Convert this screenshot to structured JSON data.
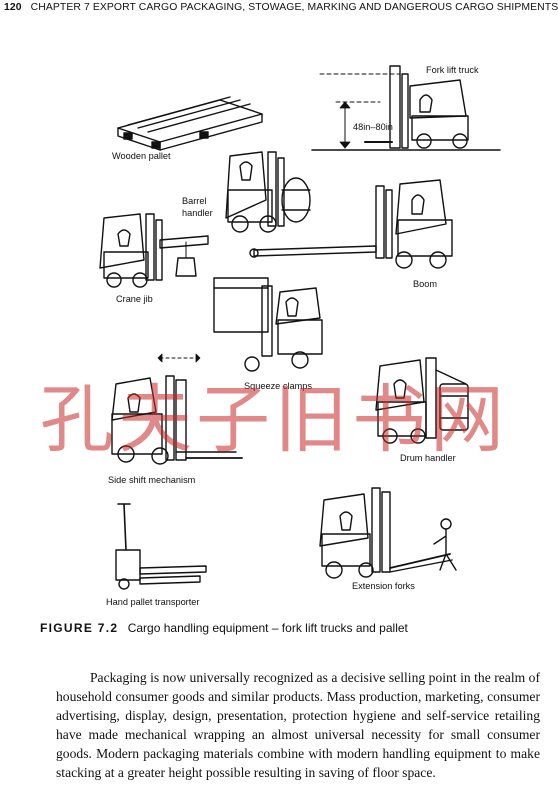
{
  "header": {
    "page_number": "120",
    "running_title": "CHAPTER 7   EXPORT CARGO PACKAGING, STOWAGE, MARKING AND DANGEROUS CARGO SHIPMENTS"
  },
  "figure": {
    "labels": {
      "fork_lift_truck": "Fork lift truck",
      "dimension": "48in–80in",
      "wooden_pallet": "Wooden pallet",
      "barrel_handler": "Barrel handler",
      "crane_jib": "Crane jib",
      "boom": "Boom",
      "squeeze_clamps": "Squeeze clamps",
      "side_shift_mechanism": "Side shift mechanism",
      "drum_handler": "Drum handler",
      "extension_forks": "Extension forks",
      "hand_pallet_transporter": "Hand pallet transporter"
    },
    "caption_label": "FIGURE 7.2",
    "caption_text": "Cargo handling equipment – fork lift trucks and pallet"
  },
  "watermark": {
    "text": "孔夫子旧书网",
    "color": "#c82828"
  },
  "body": {
    "paragraph": "Packaging is now universally recognized as a decisive selling point in the realm of household consumer goods and similar products. Mass production, marketing, consumer advertising, display, design, presentation, protection hygiene and self-service retailing have made mechanical wrapping an almost universal necessity for small consumer goods. Modern packaging materials combine with modern handling equipment to make stacking at a greater height possible resulting in saving of floor space."
  }
}
